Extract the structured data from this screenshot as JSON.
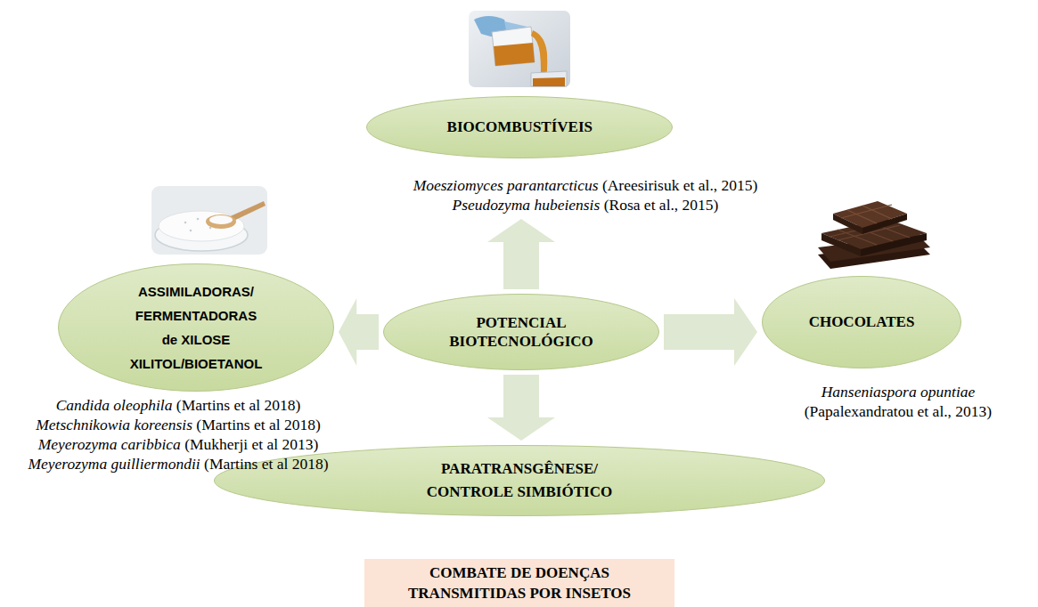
{
  "diagram": {
    "nodes": [
      {
        "text": [
          "BIOCOMBUSTÍVEIS",
          "Moesziomyces parantarcticus (Areesirisuk et al., 2015)",
          "Pseudozyma hubeiensis (Rosa et al., 2015)"
        ]
      },
      {
        "text": [
          "ASSIMILADORAS/ FERMENTADORAS de XILOSE XILITOL/BIOETANOL",
          "Candida oleophila (Martins et al 2018)",
          "Metschnikowia koreensis (Martins et al 2018)",
          "Meyerozyma caribbica (Mukherji et al 2013)",
          "Meyerozyma guilliermondii (Martins et al 2018)"
        ]
      },
      {
        "text": [
          "POTENCIAL BIOTECNOLÓGICO"
        ]
      },
      {
        "text": [
          "CHOCOLATES",
          "Hanseniaspora opuntiae (Papalexandratou et al., 2013)"
        ]
      },
      {
        "text": [
          "PARATRANSGÊNESE/ CONTROLE SIMBIÓTICO"
        ]
      },
      {
        "text": [
          "COMBATE DE DOENÇAS TRANSMITIDAS POR INSETOS"
        ]
      }
    ],
    "edges": [
      {
        "from": 2,
        "to": 0,
        "arrow": "to"
      },
      {
        "from": 2,
        "to": 1,
        "arrow": "to"
      },
      {
        "from": 2,
        "to": 3,
        "arrow": "to"
      },
      {
        "from": 2,
        "to": 4,
        "arrow": "to"
      }
    ]
  }
}
